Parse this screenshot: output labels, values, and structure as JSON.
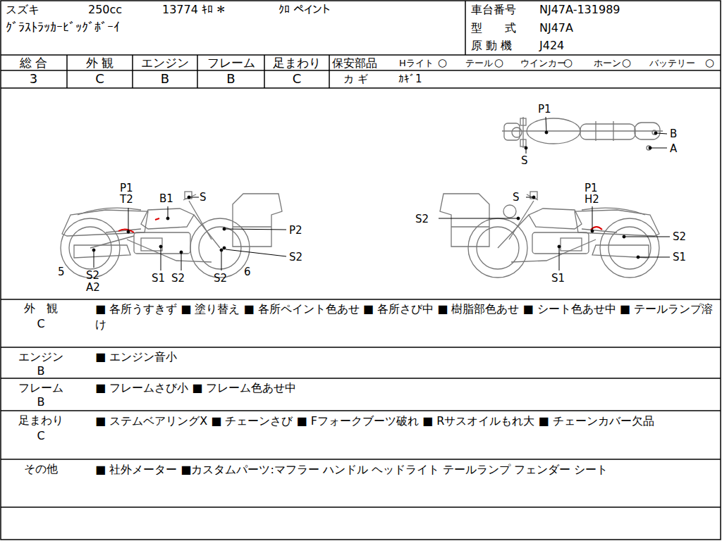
{
  "diagram": {
    "labels": [
      "スズキ",
      "250cc",
      "13774 ｷﾛ ＊",
      "ｸﾛ ペイント",
      "ｸﾞﾗｽﾄﾗｯｶｰﾋﾞｯｸﾞﾎﾞｰｲ",
      "車台番号",
      "NJ47A-131989",
      "型　　式",
      "NJ47A",
      "原 動 機",
      "J424",
      "総 合",
      "外 観",
      "エンジン",
      "フレーム",
      "足まわり",
      "保安部品",
      "Hライト",
      "○",
      "テール",
      "○",
      "ウインカー",
      "○",
      "ホーン",
      "○",
      "バッテリー",
      "○",
      "3",
      "C",
      "B",
      "B",
      "C",
      "カ ギ",
      "ｶｷﾞ1",
      "P1",
      "B",
      "A",
      "S",
      "P1",
      "T2",
      "B1",
      "S",
      "P2",
      "S2",
      "5",
      "S2",
      "A2",
      "S1",
      "S2",
      "S2",
      "6",
      "S",
      "P1",
      "H2",
      "S2",
      "S2",
      "S1",
      "S1",
      "外　観",
      "C",
      "■ 各所うすきず ■ 塗り替え ■ 各所ペイント色あせ ■ 各所さび中 ■ 樹脂部色あせ ■ シート色あせ中 ■ テールランプ溶け",
      "エンジン",
      "B",
      "■ エンジン音小",
      "フレーム",
      "B",
      "■ フレームさび小 ■ フレーム色あせ中",
      "足まわり",
      "C",
      "■ ステムベアリングX ■ チェーンさび ■ Fフォークブーツ破れ ■ Rサスオイルもれ大 ■ チェーンカバー欠品",
      "その他",
      "■ 社外メーター ■カスタムパーツ:マフラー ハンドル ヘッドライト テールランプ フェンダー シート"
    ]
  }
}
